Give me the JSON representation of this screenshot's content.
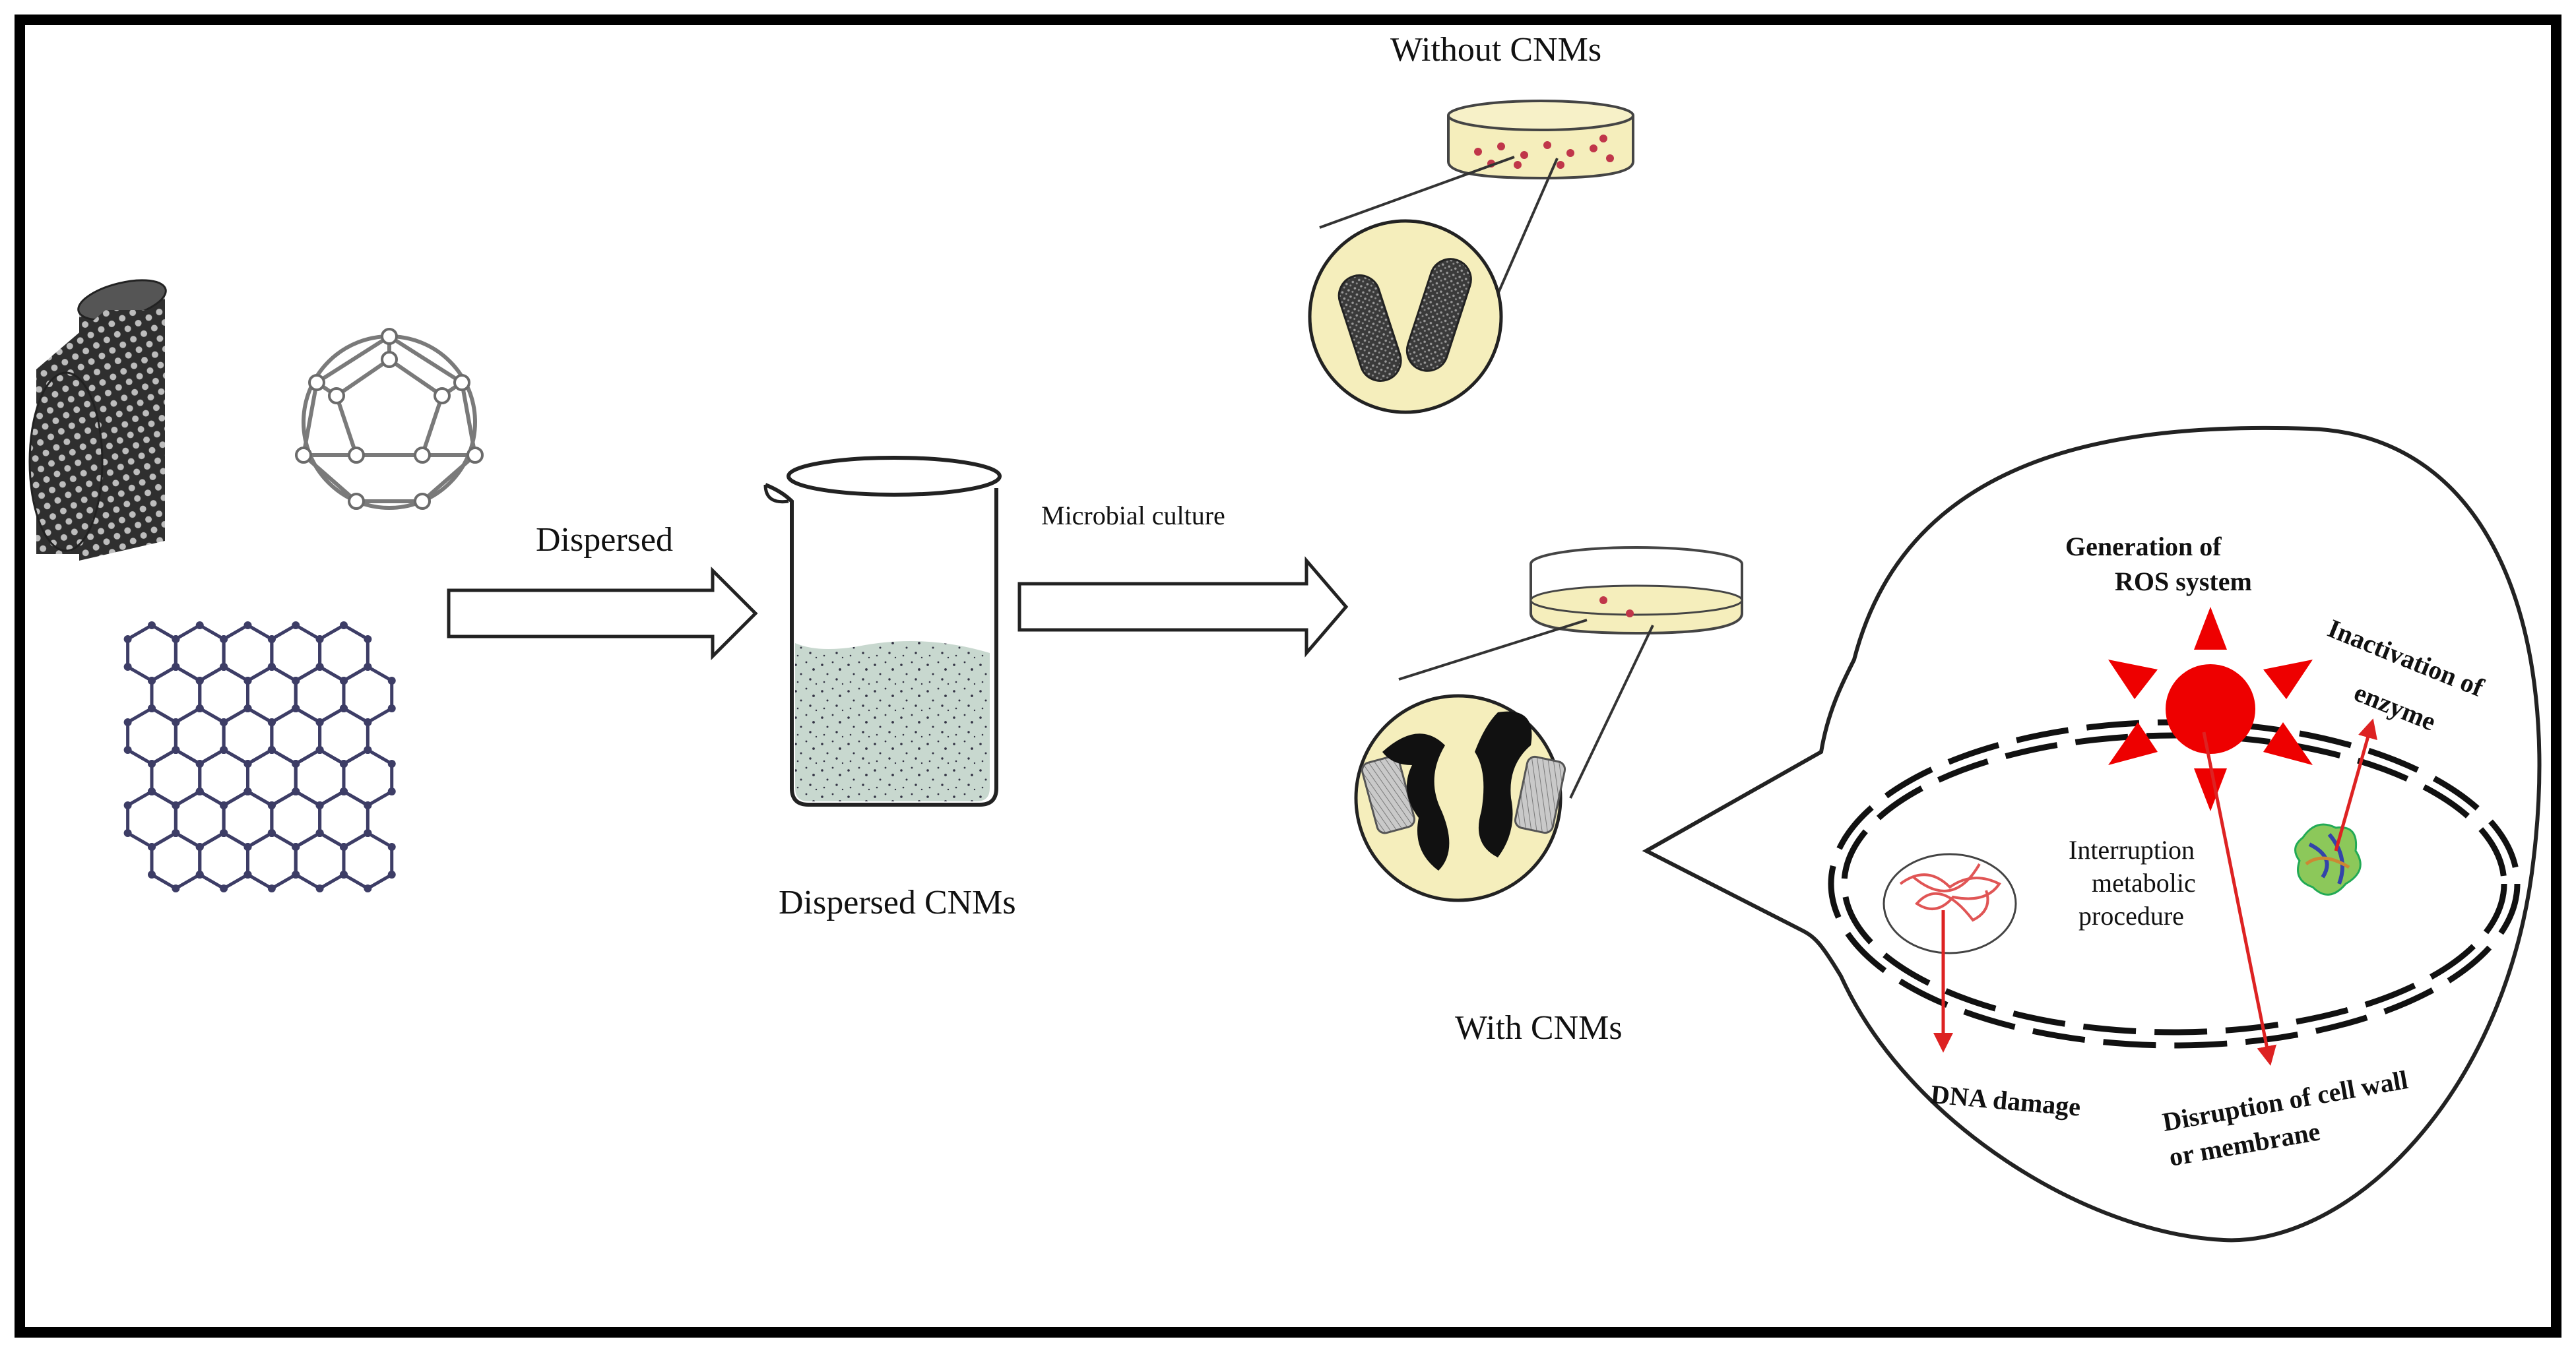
{
  "labels": {
    "dispersed": "Dispersed",
    "dispersed_cnms": "Dispersed CNMs",
    "microbial_culture": "Microbial  culture",
    "without_cnms": "Without CNMs",
    "with_cnms": "With CNMs"
  },
  "mechanisms": {
    "ros_line1": "Generation  of",
    "ros_line2": "ROS system",
    "enzyme_line1": "Inactivation  of",
    "enzyme_line2": "enzyme",
    "metabolic_line1": "Interruption",
    "metabolic_line2": "metabolic",
    "metabolic_line3": "procedure",
    "dna": "DNA damage",
    "cellwall_line1": "Disruption  of  cell wall",
    "cellwall_line2": "or membrane"
  },
  "icons": [
    "carbon-nanotube",
    "fullerene",
    "graphene-sheet",
    "beaker",
    "petri-dish",
    "bacterium",
    "enzyme-protein",
    "ros-sun"
  ],
  "colors": {
    "frame": "#000000",
    "culture_medium": "#f5eebc",
    "beaker_liquid": "#c8d8cf",
    "ros_red": "#ee0000",
    "arrow_red": "#dd2222"
  }
}
